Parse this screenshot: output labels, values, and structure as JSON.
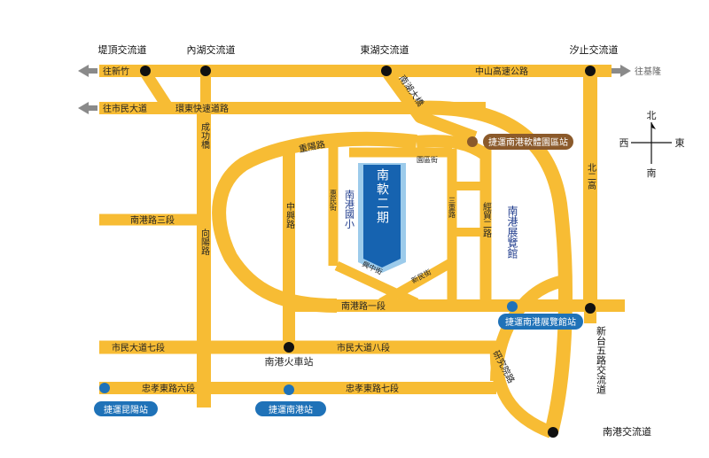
{
  "colors": {
    "road": "#F7BC34",
    "background": "#FFFFFF",
    "node": "#111111",
    "mrt": "#1F72B8",
    "mrt_brown": "#8B5A2B",
    "block_fill": "#1663B0",
    "block_edge": "#9CCBEB",
    "arrow": "#8A8A8A"
  },
  "interchanges": {
    "dingding": "堤頂交流道",
    "neihu": "內湖交流道",
    "donghu": "東湖交流道",
    "xizhi": "汐止交流道",
    "xintai_w": "新台五路交流道",
    "nangang": "南港交流道"
  },
  "directions": {
    "to_xinzhu": "往新竹",
    "to_jilong": "往基隆",
    "to_shimin": "往市民大道"
  },
  "roads": {
    "zhongshan_fwy": "中山高速公路",
    "huandong": "環東快速道路",
    "chenggong_bridge": "成功橋",
    "nanhu_bridge": "南湖大橋",
    "chongyang": "重陽路",
    "nangang3": "南港路三段",
    "xiangyang": "向陽路",
    "zhongxing": "中興路",
    "huimin": "惠民街",
    "yuanqu": "園區街",
    "sanchong": "三重路",
    "jingmao2": "經貿二路",
    "xingzhong": "興中街",
    "xinmin": "新民街",
    "beier": "北二高",
    "nangang1": "南港路一段",
    "shimin7": "市民大道七段",
    "shimin8": "市民大道八段",
    "zhongxiao6": "忠孝東路六段",
    "zhongxiao7": "忠孝東路七段",
    "yanjiuyuan": "研究院路"
  },
  "places": {
    "nangang_elem": "南港國小",
    "expo_hall": "南港展覽館",
    "nangang_train": "南港火車站",
    "software_park": "南軟二期"
  },
  "mrt_stations": {
    "software_park": "捷運南港軟體園區站",
    "expo": "捷運南港展覽館站",
    "kunyang": "捷運昆陽站",
    "nangang": "捷運南港站"
  },
  "compass": {
    "north": "北",
    "south": "南",
    "east": "東",
    "west": "西"
  }
}
